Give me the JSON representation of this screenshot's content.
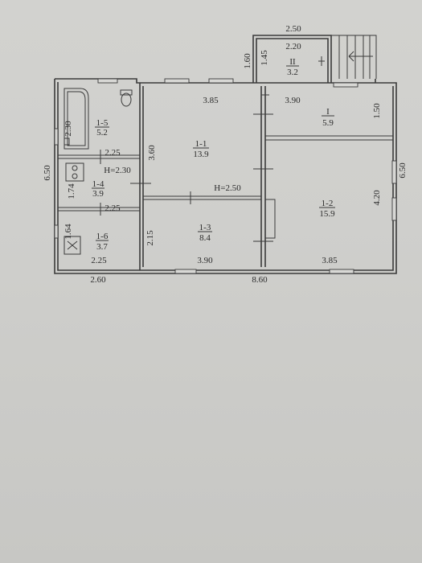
{
  "rooms": {
    "r15": {
      "id": "1-5",
      "area": "5.2"
    },
    "r14": {
      "id": "1-4",
      "area": "3.9"
    },
    "r16": {
      "id": "1-6",
      "area": "3.7"
    },
    "r11": {
      "id": "1-1",
      "area": "13.9"
    },
    "r13": {
      "id": "1-3",
      "area": "8.4"
    },
    "r12": {
      "id": "1-2",
      "area": "15.9"
    },
    "rI": {
      "id": "I",
      "area": "5.9"
    },
    "rII": {
      "id": "II",
      "area": "3.2"
    }
  },
  "dims": {
    "porch_outer_width": "2.50",
    "porch_inner_width": "2.20",
    "porch_outer_height": "1.60",
    "porch_inner_height": "1.45",
    "r11_width": "3.85",
    "rI_width": "3.90",
    "rI_height": "1.50",
    "r11_height": "3.60",
    "r15_height": "2.30",
    "r14_width": "2.25",
    "r14_ceiling": "H=2.30",
    "left_height": "6.50",
    "r14_height": "1.74",
    "r16_width_top": "2.25",
    "r16_height": "1.64",
    "r16_width_bottom": "2.25",
    "main_ceiling": "H=2.50",
    "r13_height": "2.15",
    "r13_width": "3.90",
    "r12_width": "3.85",
    "r12_height": "4.20",
    "right_height": "6.50",
    "bottom_left_width": "2.60",
    "bottom_total_width": "8.60"
  },
  "colors": {
    "paper": "#cfcfcc",
    "ink": "#3a3a3a"
  }
}
